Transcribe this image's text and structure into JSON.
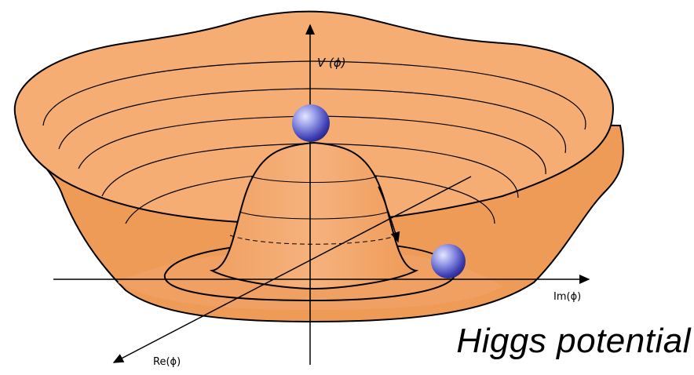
{
  "axes": {
    "vertical": "V (ϕ)",
    "imaginary": "Im(ϕ)",
    "real": "Re(ϕ)"
  },
  "caption": "Higgs potential",
  "colors": {
    "bowl_light": "#f8bd8e",
    "bowl_mid": "#f3a46a",
    "bowl_dark": "#ec9651",
    "line": "#000000",
    "ball_light": "#d9dcff",
    "ball_dark": "#3a3ab0"
  }
}
